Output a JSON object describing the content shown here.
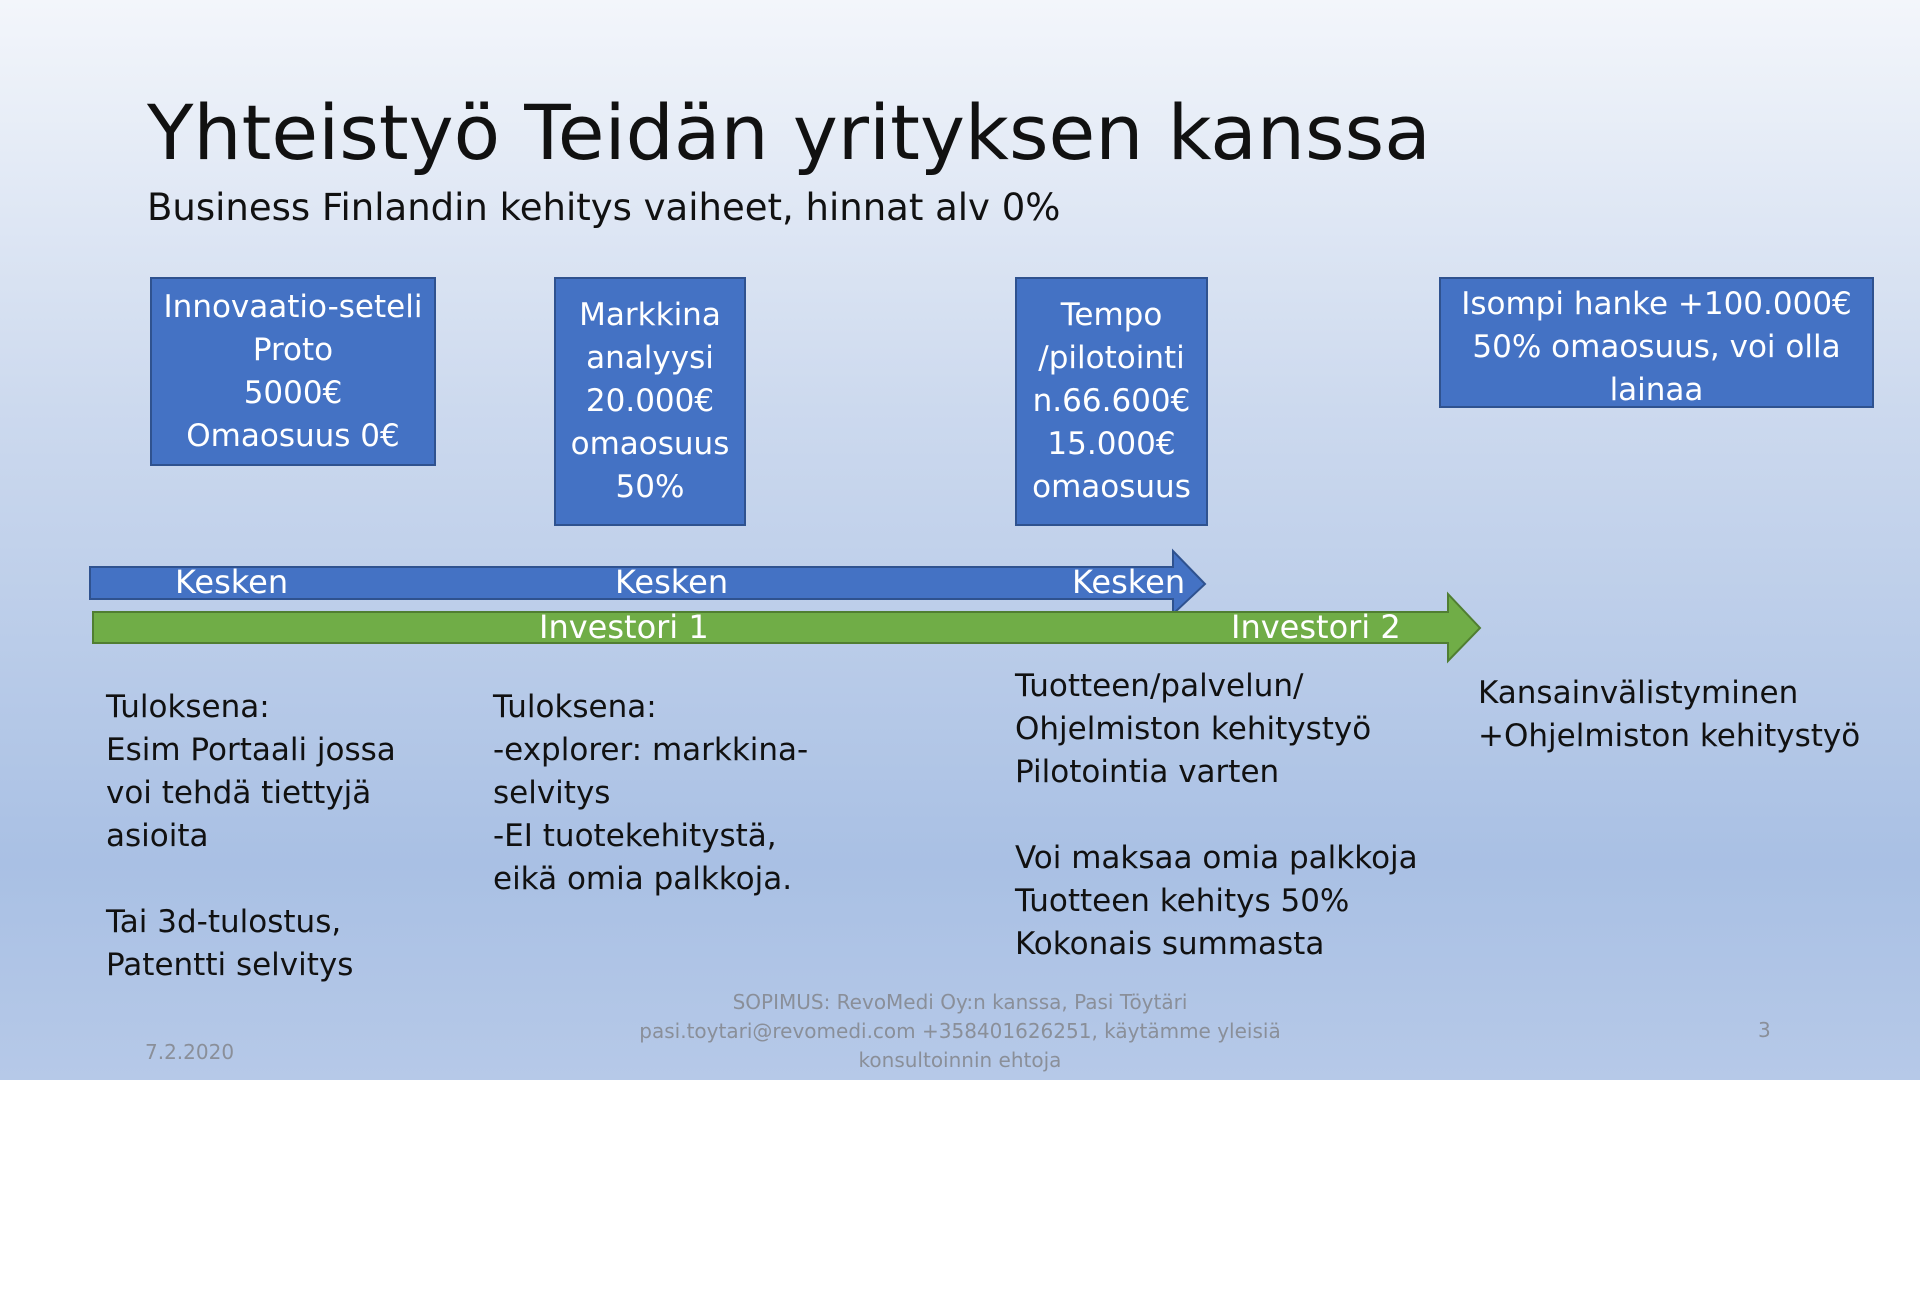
{
  "slide": {
    "title": "Yhteistyö Teidän yrityksen kanssa",
    "subtitle": "Business Finlandin kehitys vaiheet, hinnat alv 0%"
  },
  "boxes": [
    {
      "lines": [
        "Innovaatio-seteli",
        "Proto",
        "5000€",
        "Omaosuus 0€"
      ]
    },
    {
      "lines": [
        "Markkina",
        "analyysi",
        "20.000€",
        "omaosuus",
        "50%"
      ]
    },
    {
      "lines": [
        "Tempo",
        "/pilotointi",
        "n.66.600€",
        "15.000€",
        "omaosuus"
      ]
    },
    {
      "lines": [
        "Isompi hanke +100.000€",
        "50% omaosuus, voi olla",
        "lainaa"
      ]
    }
  ],
  "arrows": {
    "blue": {
      "labels": [
        "Kesken",
        "Kesken",
        "Kesken"
      ],
      "color": "#4472c4"
    },
    "green": {
      "labels": [
        "Investori 1",
        "Investori 2"
      ],
      "color": "#70ad47"
    }
  },
  "results": [
    {
      "lines": [
        "Tuloksena:",
        "Esim Portaali jossa",
        "voi tehdä tiettyjä",
        "asioita",
        "",
        "Tai 3d-tulostus,",
        "Patentti selvitys"
      ]
    },
    {
      "lines": [
        "Tuloksena:",
        "-explorer: markkina-",
        "selvitys",
        "-EI tuotekehitystä,",
        "eikä omia palkkoja."
      ]
    },
    {
      "lines": [
        "Tuotteen/palvelun/",
        "Ohjelmiston kehitystyö",
        "Pilotointia varten",
        "",
        "Voi maksaa omia palkkoja",
        "Tuotteen kehitys 50%",
        "Kokonais summasta"
      ]
    },
    {
      "lines": [
        "Kansainvälistyminen",
        "+Ohjelmiston kehitystyö"
      ]
    }
  ],
  "footer": {
    "date": "7.2.2020",
    "center_lines": [
      "SOPIMUS: RevoMedi Oy:n kanssa, Pasi Töytäri",
      "pasi.toytari@revomedi.com +358401626251, käytämme yleisiä",
      "konsultoinnin ehtoja"
    ],
    "page": "3"
  }
}
